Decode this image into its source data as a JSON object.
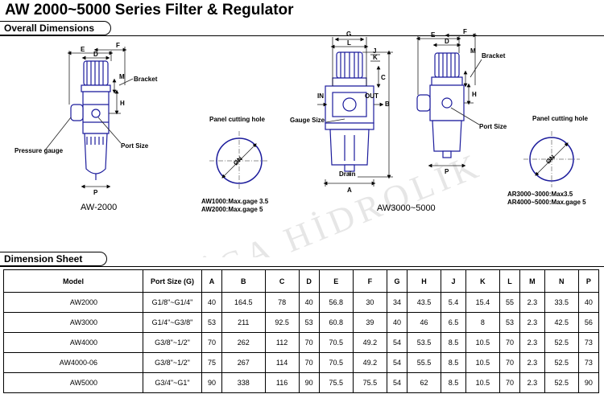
{
  "title": "AW 2000~5000  Series Filter & Regulator",
  "sections": {
    "overall": "Overall Dimensions",
    "sheet": "Dimension Sheet"
  },
  "drawings": {
    "aw2000": {
      "caption": "AW-2000",
      "labels": {
        "E": "E",
        "F": "F",
        "D": "D",
        "M": "M",
        "H": "H",
        "P": "P",
        "bracket": "Bracket",
        "pressure_gauge": "Pressure gauge",
        "port_size": "Port Size"
      }
    },
    "panel1": {
      "title": "Panel cutting hole",
      "symbol": "ØN",
      "notes": [
        "AW1000:Max.gage 3.5",
        "AW2000:Max.gage 5"
      ]
    },
    "aw3000": {
      "caption": "AW3000~5000",
      "labels": {
        "G": "G",
        "L": "L",
        "J": "J",
        "K": "K",
        "C": "C",
        "B": "B",
        "IN": "IN",
        "OUT": "OUT",
        "gauge_size": "Gauge Size",
        "drain": "Drain",
        "A": "A",
        "E": "E",
        "F": "F",
        "D": "D",
        "M": "M",
        "H": "H",
        "P": "P",
        "bracket": "Bracket",
        "port_size": "Port Size"
      }
    },
    "panel2": {
      "title": "Panel cutting hole",
      "symbol": "ØN",
      "notes": [
        "AR3000~3000:Max3.5",
        "AR4000~5000:Max.gage 5"
      ]
    }
  },
  "watermark": "ERİCA HİDROLİK",
  "table": {
    "headers": [
      "Model",
      "Port Size (G)",
      "A",
      "B",
      "C",
      "D",
      "E",
      "F",
      "G",
      "H",
      "J",
      "K",
      "L",
      "M",
      "N",
      "P"
    ],
    "rows": [
      [
        "AW2000",
        "G1/8\"~G1/4\"",
        "40",
        "164.5",
        "78",
        "40",
        "56.8",
        "30",
        "34",
        "43.5",
        "5.4",
        "15.4",
        "55",
        "2.3",
        "33.5",
        "40"
      ],
      [
        "AW3000",
        "G1/4\"~G3/8\"",
        "53",
        "211",
        "92.5",
        "53",
        "60.8",
        "39",
        "40",
        "46",
        "6.5",
        "8",
        "53",
        "2.3",
        "42.5",
        "56"
      ],
      [
        "AW4000",
        "G3/8\"~1/2\"",
        "70",
        "262",
        "112",
        "70",
        "70.5",
        "49.2",
        "54",
        "53.5",
        "8.5",
        "10.5",
        "70",
        "2.3",
        "52.5",
        "73"
      ],
      [
        "AW4000-06",
        "G3/8\"~1/2\"",
        "75",
        "267",
        "114",
        "70",
        "70.5",
        "49.2",
        "54",
        "55.5",
        "8.5",
        "10.5",
        "70",
        "2.3",
        "52.5",
        "73"
      ],
      [
        "AW5000",
        "G3/4\"~G1\"",
        "90",
        "338",
        "116",
        "90",
        "75.5",
        "75.5",
        "54",
        "62",
        "8.5",
        "10.5",
        "70",
        "2.3",
        "52.5",
        "90"
      ]
    ]
  },
  "colors": {
    "blue": "#1c1c9c",
    "dim": "#222"
  }
}
